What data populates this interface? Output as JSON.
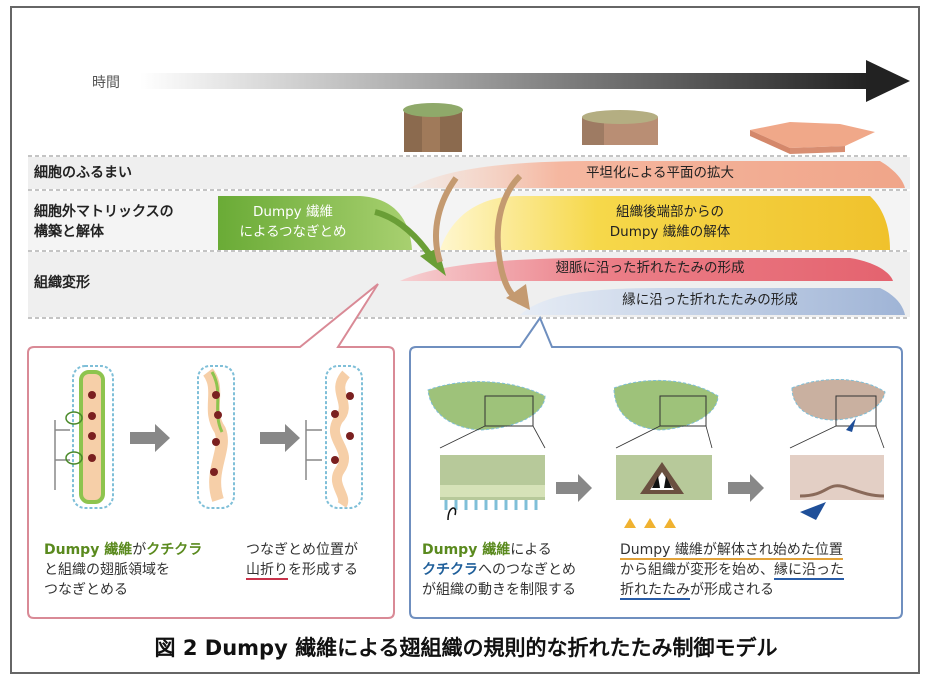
{
  "time_label": "時間",
  "rows": {
    "cell_behavior": "細胞のふるまい",
    "ecm_line1": "細胞外マトリックスの",
    "ecm_line2": "構築と解体",
    "tissue_deformation": "組織変形"
  },
  "bands": {
    "flattening": "平坦化による平面の拡大",
    "dumpy_line1": "Dumpy 繊維",
    "dumpy_line2": "によるつなぎとめ",
    "disassembly_line1": "組織後端部からの",
    "disassembly_line2": "Dumpy 繊維の解体",
    "vein_folds": "翅脈に沿った折れたたみの形成",
    "margin_folds": "縁に沿った折れたたみの形成"
  },
  "left_panel": {
    "caption1": {
      "part1": "Dumpy 繊維",
      "part2": "が",
      "part3": "クチクラ",
      "line2": "と組織の翅脈領域を",
      "line3": "つなぎとめる"
    },
    "caption2": {
      "line1": "つなぎとめ位置が",
      "part1": "山折り",
      "part2": "を形成する"
    }
  },
  "right_panel": {
    "caption1": {
      "part1": "Dumpy 繊維",
      "part2": "による",
      "part3": "クチクラ",
      "part4": "へのつなぎとめ",
      "line3": "が組織の動きを制限する"
    },
    "caption2": {
      "line1": "Dumpy 繊維が解体され始めた位置",
      "part1": "から組織が変形を始め、",
      "part2": "縁に沿った",
      "part3": "折れたたみ",
      "part4": "が形成される"
    }
  },
  "figure_title": "図 2 Dumpy 繊維による翅組織の規則的な折れたたみ制御モデル",
  "colors": {
    "flattening": "#f2a98c",
    "dumpy": "#7ab648",
    "disassembly": "#f2c83a",
    "vein_folds": "#e8707a",
    "margin_folds": "#a9bcd9",
    "left_panel_border": "#d98a96",
    "right_panel_border": "#6f8fbf",
    "cell_dark": "#a07a5a",
    "cell_light": "#f2b493"
  }
}
